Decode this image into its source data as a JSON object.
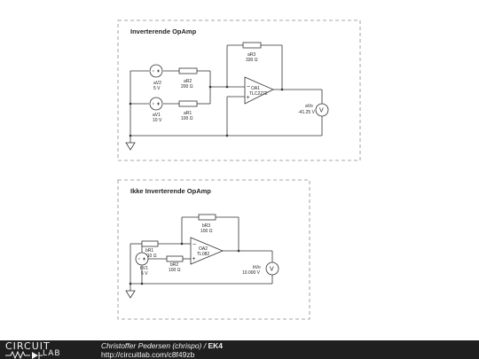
{
  "circuit1": {
    "title": "Inverterende OpAmp",
    "v2": {
      "name": "aV2",
      "value": "5 V"
    },
    "v1": {
      "name": "aV1",
      "value": "10 V"
    },
    "r2": {
      "name": "aR2",
      "value": "200 Ω"
    },
    "r1": {
      "name": "aR1",
      "value": "100 Ω"
    },
    "r3": {
      "name": "aR3",
      "value": "330 Ω"
    },
    "opamp": {
      "name": "OA1",
      "model": "TLC2272"
    },
    "meter": {
      "name": "aVo",
      "value": "-41.25 V"
    }
  },
  "circuit2": {
    "title": "Ikke Inverterende OpAmp",
    "r1": {
      "name": "bR1",
      "value": "510 Ω"
    },
    "r2": {
      "name": "bR2",
      "value": "100 Ω"
    },
    "r3": {
      "name": "bR3",
      "value": "100 Ω"
    },
    "v1": {
      "name": "bV1",
      "value": "5 V"
    },
    "opamp": {
      "name": "OA2",
      "model": "TL082"
    },
    "meter": {
      "name": "bVo",
      "value": "10.000 V"
    }
  },
  "footer": {
    "logo_top": "CIRCUIT",
    "logo_bottom": "LAB",
    "author": "Christoffer Pedersen (chrispo)",
    "separator": " / ",
    "project": "EK4",
    "url": "http://circuitlab.com/c8f49zb"
  }
}
